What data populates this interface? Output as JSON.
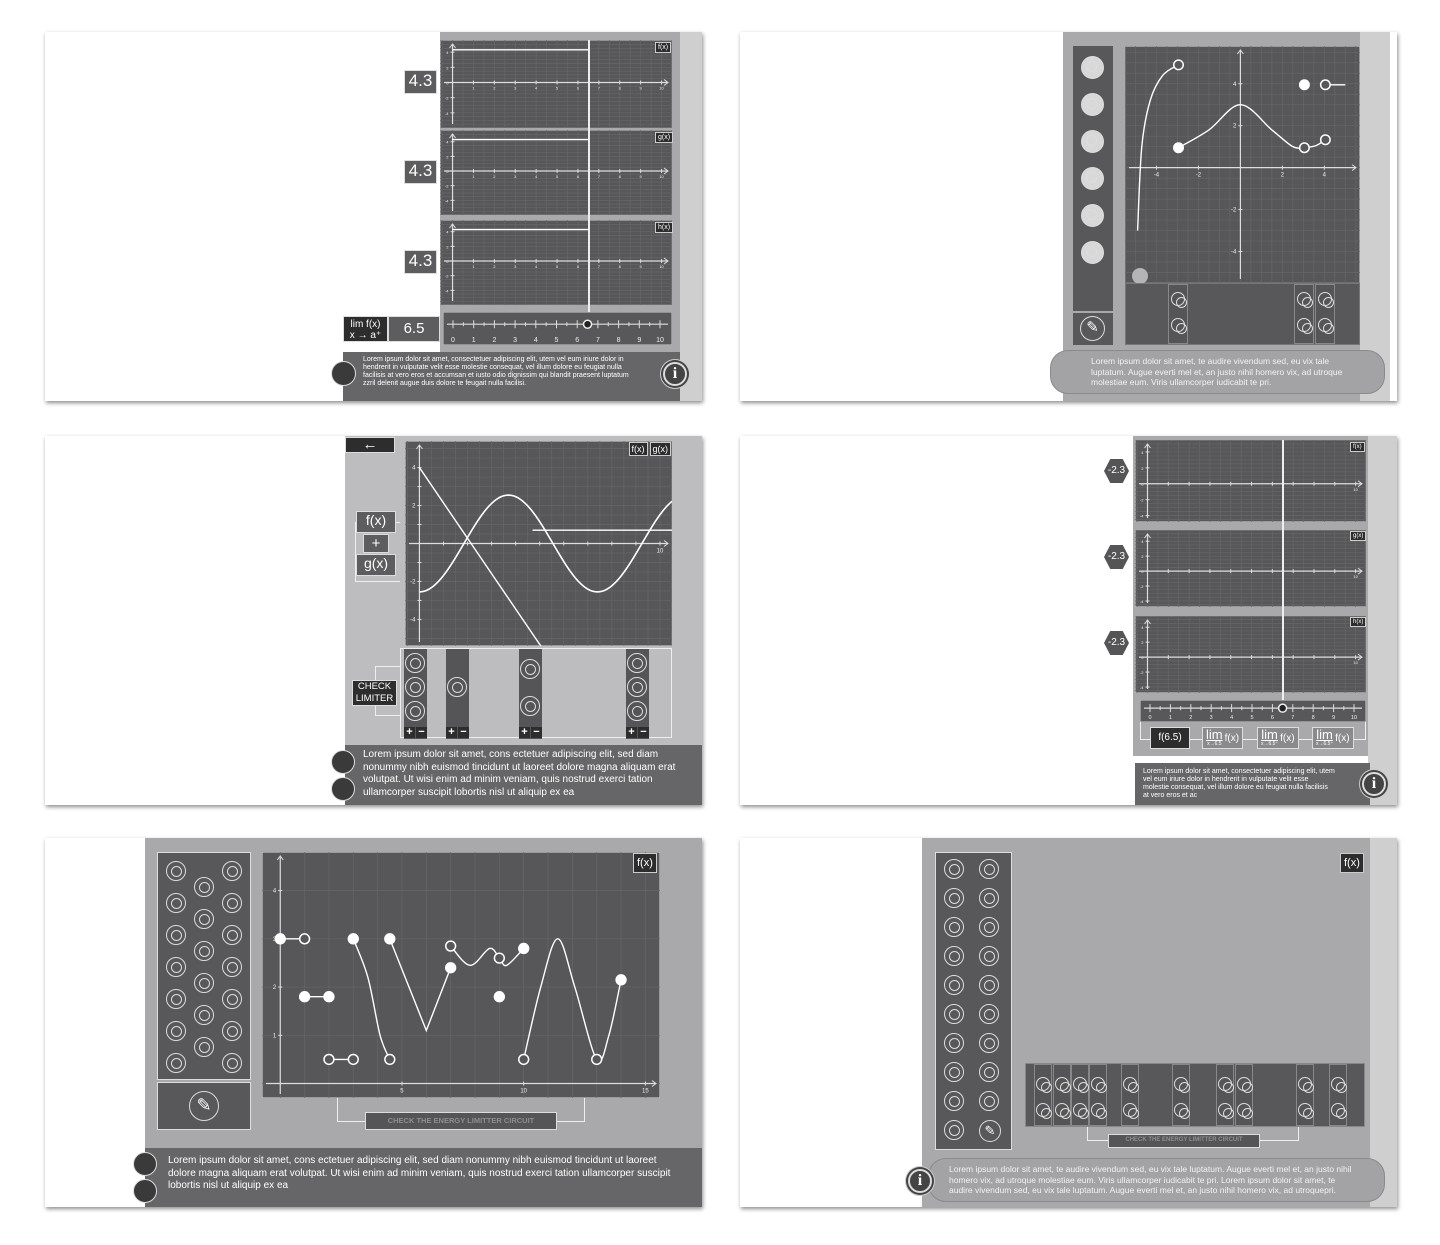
{
  "colors": {
    "chart_bg": "#575759",
    "panel_bg": "#a9a9ab",
    "dark_text_bar": "#666668",
    "accent_line": "#ffffff"
  },
  "panel1": {
    "values": [
      "4.3",
      "4.3",
      "4.3"
    ],
    "chart_tags": [
      "f(x)",
      "g(x)",
      "h(x)"
    ],
    "lim_label_top": "lim f(x)",
    "lim_label_bottom": "x → a⁺",
    "lim_value": "6.5",
    "number_line_ticks": [
      "0",
      "1",
      "2",
      "3",
      "4",
      "5",
      "6",
      "7",
      "8",
      "9",
      "10"
    ],
    "slider_value": 6.5,
    "text": "Lorem ipsum dolor sit amet, consectetuer adipiscing elit, utem vel eum iriure dolor in hendrerit in vulputate velit esse molestie consequat, vel illum dolore eu feugiat nulla facilisis at vero eros et accumsan et iusto odio dignissim qui blandit praesent luptatum zzril delenit augue duis dolore te feugait nulla facilisi.",
    "info_icon": "i"
  },
  "panel2": {
    "tool_icons": [
      "socket-icon",
      "socket-icon",
      "socket-icon",
      "socket-icon",
      "socket-icon",
      "socket-icon"
    ],
    "pencil_icon": "✎",
    "text": "Lorem ipsum dolor sit amet, te audire vivendum sed, eu vix tale luptatum. Augue everti mel et, an justo nihil homero vix, ad utroque molestiae eum. Viris ullamcorper iudicabit te pri."
  },
  "panel3": {
    "back_icon": "←",
    "fx_label": "f(x)",
    "plus_label": "+",
    "gx_label": "g(x)",
    "chart_tags": [
      "f(x)",
      "g(x)"
    ],
    "check_limiter": "CHECK LIMITER",
    "plus": "+",
    "minus": "−",
    "text": "Lorem ipsum dolor sit amet, cons ectetuer adipiscing elit, sed diam nonummy nibh euismod tincidunt ut laoreet dolore magna aliquam erat volutpat. Ut wisi enim ad minim veniam, quis nostrud exerci tation ullamcorper suscipit lobortis nisl ut aliquip ex ea"
  },
  "panel4": {
    "values": [
      "-2.3",
      "-2.3",
      "-2.3"
    ],
    "chart_tags": [
      "f(x)",
      "g(x)",
      "h(x)"
    ],
    "number_line_ticks": [
      "0",
      "1",
      "2",
      "3",
      "4",
      "5",
      "6",
      "7",
      "8",
      "9",
      "10"
    ],
    "slider_value": 6.5,
    "buttons": [
      {
        "main": "f(6.5)"
      },
      {
        "lim": "lim",
        "sub": "x→6.5",
        "fn": "f(x)"
      },
      {
        "lim": "lim",
        "sub": "x→6.5⁻",
        "fn": "f(x)"
      },
      {
        "lim": "lim",
        "sub": "x→6.5⁺",
        "fn": "f(x)"
      }
    ],
    "text": "Lorem ipsum dolor sit amet, consectetuer adipiscing elit, utem vel eum iriure dolor in hendrerit in vulputate velit esse molestie consequat, vel illum dolore eu feugiat nulla facilisis at vero eros et ac",
    "info_icon": "i"
  },
  "panel5": {
    "chart_tag": "f(x)",
    "pencil_icon": "✎",
    "check_button": "CHECK THE ENERGY LIMITTER CIRCUIT",
    "text": "Lorem ipsum dolor sit amet, cons ectetuer adipiscing elit, sed diam nonummy nibh euismod tincidunt ut laoreet dolore magna aliquam erat volutpat. Ut wisi enim ad minim veniam, quis nostrud exerci tation ullamcorper suscipit lobortis nisl ut aliquip ex ea"
  },
  "panel6": {
    "chart_tag": "f(x)",
    "pencil_icon": "✎",
    "check_button": "CHECK THE ENERGY LIMITTER CIRCUIT",
    "text": "Lorem ipsum dolor sit amet, te audire vivendum sed, eu vix tale luptatum. Augue everti mel et, an justo nihil homero vix, ad utroque molestiae eum. Viris ullamcorper iudicabit te pri. Lorem ipsum dolor sit amet, te audire vivendum sed, eu vix tale luptatum. Augue everti mel et, an justo nihil homero vix, ad utroquepri.",
    "info_icon": "i"
  },
  "chart_data": [
    {
      "id": "p1",
      "type": "line",
      "xlim": [
        -0.6,
        10.5
      ],
      "ylim": [
        -6,
        5.6
      ],
      "xticks": [
        1,
        2,
        3,
        4,
        5,
        6,
        7,
        8,
        9,
        10
      ],
      "yticks": [
        -4,
        -2,
        0,
        2,
        4
      ],
      "grid": true,
      "series": [
        {
          "points": [
            [
              0,
              4.3
            ],
            [
              6.5,
              4.3
            ]
          ]
        }
      ],
      "markers": []
    },
    {
      "id": "p2",
      "type": "line",
      "xlim": [
        -5.5,
        5.7
      ],
      "ylim": [
        -5.5,
        5.8
      ],
      "xticks": [
        -4,
        -2,
        2,
        4
      ],
      "yticks": [
        -4,
        -2,
        2,
        4
      ],
      "grid": true,
      "series": [
        {
          "smooth": true,
          "points": [
            [
              -4.9,
              -3
            ],
            [
              -4.7,
              1
            ],
            [
              -4.3,
              3.2
            ],
            [
              -3.7,
              4.4
            ],
            [
              -2.95,
              4.9
            ]
          ]
        },
        {
          "smooth": true,
          "points": [
            [
              -2.95,
              0.95
            ],
            [
              -1.5,
              1.8
            ],
            [
              0,
              3
            ],
            [
              1.5,
              1.8
            ],
            [
              2.5,
              1
            ],
            [
              3.05,
              0.95
            ]
          ]
        },
        {
          "smooth": true,
          "points": [
            [
              3.05,
              0.95
            ],
            [
              3.6,
              1.05
            ],
            [
              4.05,
              1.33
            ]
          ]
        },
        {
          "points": [
            [
              4.05,
              3.95
            ],
            [
              5,
              3.95
            ]
          ]
        }
      ],
      "markers": [
        {
          "x": -2.95,
          "y": 4.9,
          "filled": false
        },
        {
          "x": -2.95,
          "y": 0.95,
          "filled": true
        },
        {
          "x": 3.05,
          "y": 0.95,
          "filled": false
        },
        {
          "x": 4.05,
          "y": 1.33,
          "filled": false
        },
        {
          "x": 3.05,
          "y": 3.95,
          "filled": true
        },
        {
          "x": 4.05,
          "y": 3.95,
          "filled": false
        }
      ]
    },
    {
      "id": "p3",
      "type": "line",
      "xlim": [
        -0.6,
        10.5
      ],
      "ylim": [
        -5.4,
        5.4
      ],
      "xticks": [
        1,
        2,
        3,
        4,
        5,
        6,
        7,
        8,
        9,
        10
      ],
      "xticklabels": {
        "10": "10"
      },
      "yticks": [
        -4,
        -3,
        -2,
        -1,
        1,
        2,
        3,
        4
      ],
      "yticklabels": {
        "4": "4",
        "2": "2",
        "-2": "-2",
        "-4": "-4"
      },
      "grid": true,
      "series": [
        {
          "name": "f(x)",
          "points": [
            [
              0,
              4
            ],
            [
              5.1,
              -5.5
            ]
          ]
        },
        {
          "name": "g(x)",
          "fn": "sine",
          "amp": 2.55,
          "period": 7.4,
          "from": 0,
          "to": 10.5
        },
        {
          "points": [
            [
              4.7,
              0.7
            ],
            [
              10.5,
              0.7
            ]
          ]
        }
      ],
      "markers": []
    },
    {
      "id": "p4",
      "type": "line",
      "xlim": [
        -0.6,
        10.5
      ],
      "ylim": [
        -4.8,
        5.5
      ],
      "xticks": [
        1,
        2,
        3,
        4,
        5,
        6,
        7,
        8,
        9,
        10
      ],
      "xticklabels": {
        "10": "10"
      },
      "yticks": [
        -4,
        -2,
        0,
        2,
        4
      ],
      "grid": true,
      "series": [],
      "markers": []
    },
    {
      "id": "p5",
      "type": "line",
      "xlim": [
        -0.75,
        15.6
      ],
      "ylim": [
        -0.3,
        4.8
      ],
      "xticks": [
        5,
        10,
        15
      ],
      "yticks": [
        1,
        2,
        3,
        4
      ],
      "grid": true,
      "series": [
        {
          "points": [
            [
              0,
              3
            ],
            [
              1,
              3
            ]
          ]
        },
        {
          "points": [
            [
              1,
              1.8
            ],
            [
              2,
              1.8
            ]
          ]
        },
        {
          "points": [
            [
              2,
              0.5
            ],
            [
              3,
              0.5
            ]
          ]
        },
        {
          "smooth": true,
          "points": [
            [
              3,
              3
            ],
            [
              3.6,
              2.2
            ],
            [
              4.1,
              1
            ],
            [
              4.5,
              0.5
            ]
          ]
        },
        {
          "points": [
            [
              4.5,
              3
            ],
            [
              6,
              1.1
            ],
            [
              7,
              2.4
            ]
          ]
        },
        {
          "smooth": true,
          "points": [
            [
              7,
              2.85
            ],
            [
              7.8,
              2.45
            ],
            [
              8.6,
              2.8
            ],
            [
              9,
              2.6
            ],
            [
              9.3,
              2.45
            ],
            [
              10,
              2.8
            ]
          ]
        },
        {
          "smooth": true,
          "points": [
            [
              10,
              0.5
            ],
            [
              10.7,
              2
            ],
            [
              11.4,
              3
            ],
            [
              12.1,
              2
            ],
            [
              13,
              0.5
            ],
            [
              13.5,
              1
            ],
            [
              14,
              2.15
            ]
          ]
        }
      ],
      "markers": [
        {
          "x": 0,
          "y": 3,
          "filled": true
        },
        {
          "x": 1,
          "y": 3,
          "filled": false
        },
        {
          "x": 1,
          "y": 1.8,
          "filled": true
        },
        {
          "x": 2,
          "y": 1.8,
          "filled": true
        },
        {
          "x": 2,
          "y": 0.5,
          "filled": false
        },
        {
          "x": 3,
          "y": 0.5,
          "filled": false
        },
        {
          "x": 3,
          "y": 3,
          "filled": true
        },
        {
          "x": 4.5,
          "y": 0.5,
          "filled": false
        },
        {
          "x": 4.5,
          "y": 3,
          "filled": true
        },
        {
          "x": 7,
          "y": 2.4,
          "filled": true
        },
        {
          "x": 7,
          "y": 2.85,
          "filled": false
        },
        {
          "x": 9,
          "y": 2.6,
          "filled": false
        },
        {
          "x": 10,
          "y": 2.8,
          "filled": true
        },
        {
          "x": 9,
          "y": 1.8,
          "filled": true
        },
        {
          "x": 10,
          "y": 0.5,
          "filled": false
        },
        {
          "x": 13,
          "y": 0.5,
          "filled": false
        },
        {
          "x": 14,
          "y": 2.15,
          "filled": true
        }
      ]
    }
  ]
}
